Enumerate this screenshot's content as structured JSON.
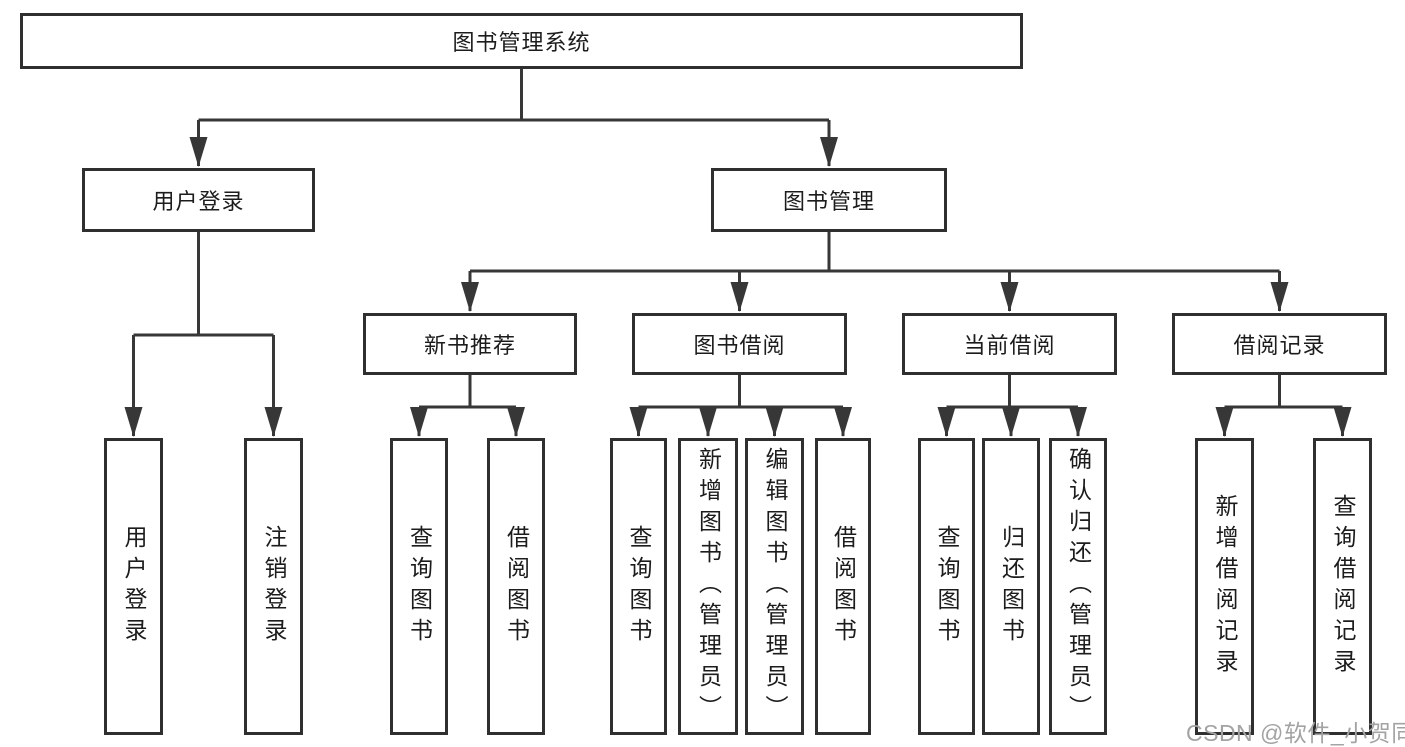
{
  "diagram": {
    "title": "图书管理系统",
    "root": {
      "label": "图书管理系统"
    },
    "level2": [
      {
        "id": "user-login",
        "label": "用户登录"
      },
      {
        "id": "book-management",
        "label": "图书管理"
      }
    ],
    "level3": [
      {
        "id": "new-book-recommend",
        "label": "新书推荐",
        "parent": "图书管理"
      },
      {
        "id": "book-borrow",
        "label": "图书借阅",
        "parent": "图书管理"
      },
      {
        "id": "current-borrow",
        "label": "当前借阅",
        "parent": "图书管理"
      },
      {
        "id": "borrow-records",
        "label": "借阅记录",
        "parent": "图书管理"
      }
    ],
    "leaves": [
      {
        "label": "用户登录",
        "parent": "用户登录"
      },
      {
        "label": "注销登录",
        "parent": "用户登录"
      },
      {
        "label": "查询图书",
        "parent": "新书推荐"
      },
      {
        "label": "借阅图书",
        "parent": "新书推荐"
      },
      {
        "label": "查询图书",
        "parent": "图书借阅"
      },
      {
        "label": "新增图书（管理员）",
        "parent": "图书借阅"
      },
      {
        "label": "编辑图书（管理员）",
        "parent": "图书借阅"
      },
      {
        "label": "借阅图书",
        "parent": "图书借阅"
      },
      {
        "label": "查询图书",
        "parent": "当前借阅"
      },
      {
        "label": "归还图书",
        "parent": "当前借阅"
      },
      {
        "label": "确认归还（管理员）",
        "parent": "当前借阅"
      },
      {
        "label": "新增借阅记录",
        "parent": "借阅记录"
      },
      {
        "label": "查询借阅记录",
        "parent": "借阅记录"
      }
    ],
    "edges": [
      [
        "图书管理系统",
        "用户登录"
      ],
      [
        "图书管理系统",
        "图书管理"
      ],
      [
        "用户登录",
        "用户登录"
      ],
      [
        "用户登录",
        "注销登录"
      ],
      [
        "图书管理",
        "新书推荐"
      ],
      [
        "图书管理",
        "图书借阅"
      ],
      [
        "图书管理",
        "当前借阅"
      ],
      [
        "图书管理",
        "借阅记录"
      ],
      [
        "新书推荐",
        "查询图书"
      ],
      [
        "新书推荐",
        "借阅图书"
      ],
      [
        "图书借阅",
        "查询图书"
      ],
      [
        "图书借阅",
        "新增图书（管理员）"
      ],
      [
        "图书借阅",
        "编辑图书（管理员）"
      ],
      [
        "图书借阅",
        "借阅图书"
      ],
      [
        "当前借阅",
        "查询图书"
      ],
      [
        "当前借阅",
        "归还图书"
      ],
      [
        "当前借阅",
        "确认归还（管理员）"
      ],
      [
        "借阅记录",
        "新增借阅记录"
      ],
      [
        "借阅记录",
        "查询借阅记录"
      ]
    ],
    "colors": {
      "line": "#373737",
      "border": "#2f2f2f",
      "text": "#1c1c1c",
      "watermark": "#a3a3a3",
      "background": "#ffffff"
    },
    "watermark": "CSDN @软件_小贺同学"
  }
}
